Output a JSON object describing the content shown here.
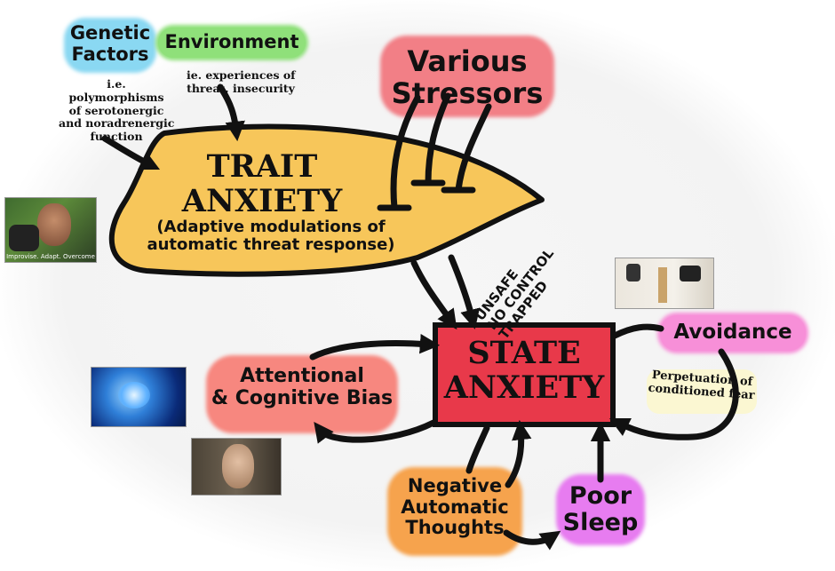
{
  "nodes": {
    "genetic": {
      "title": "Genetic\nFactors",
      "note": "i.e.\npolymorphisms\nof serotonergic\nand noradrenergic\nfunction",
      "color": "#8ad8f2"
    },
    "environment": {
      "title": "Environment",
      "note": "ie. experiences of\nthreat, insecurity",
      "color": "#8fe07a"
    },
    "stressors": {
      "title": "Various\nStressors",
      "color": "#f27f86"
    },
    "trait": {
      "title": "TRAIT\nANXIETY",
      "subtitle": "(Adaptive modulations of\nautomatic threat response)",
      "color": "#f7c65a"
    },
    "state": {
      "title": "STATE\nANXIETY",
      "color": "#e8394a"
    },
    "avoidance": {
      "title": "Avoidance",
      "color": "#f78fd8"
    },
    "perpetuation": {
      "title": "Perpetuation of\nconditioned fear",
      "color": "#fbf7d2"
    },
    "attentional": {
      "title": "Attentional\n& Cognitive Bias",
      "color": "#f7877f"
    },
    "negative": {
      "title": "Negative\nAutomatic\nThoughts",
      "color": "#f6a34d"
    },
    "sleep": {
      "title": "Poor\nSleep",
      "color": "#e77cf0"
    }
  },
  "edge_labels": {
    "state_inputs": "UNSAFE\nNO CONTROL\nTRAPPED"
  },
  "photos": {
    "man": {
      "caption": "Improvise. Adapt. Overcome",
      "icon": "survivalist-photo"
    },
    "brain": {
      "icon": "glowing-brain-photo"
    },
    "woman": {
      "icon": "confused-math-woman-photo"
    },
    "jump": {
      "icon": "jumping-person-photo"
    }
  }
}
